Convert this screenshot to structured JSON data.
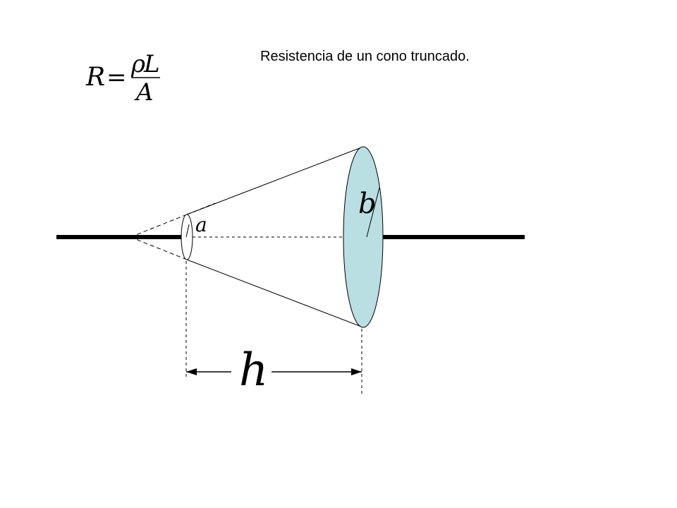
{
  "slide": {
    "title": "Resistencia de un cono truncado."
  },
  "formula": {
    "lhs": "R",
    "equals": "=",
    "numerator_rho": "ρ",
    "numerator_L": "L",
    "denominator": "A"
  },
  "labels": {
    "small_radius": "a",
    "large_radius": "b",
    "length": "h"
  },
  "colors": {
    "large_face_fill": "#b9dfe3",
    "line": "#000000"
  }
}
